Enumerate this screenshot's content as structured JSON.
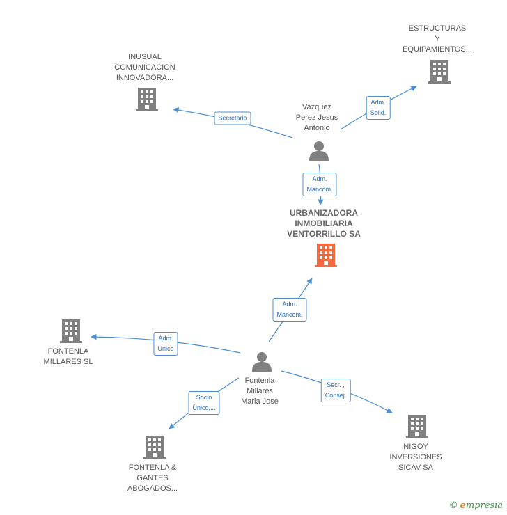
{
  "colors": {
    "edge": "#4a8fd6",
    "node": "#808080",
    "main_node": "#f26a3d"
  },
  "nodes": {
    "estructuras": {
      "lines": [
        "ESTRUCTURAS",
        "Y",
        "EQUIPAMIENTOS..."
      ],
      "icon": "building-icon"
    },
    "inusual": {
      "lines": [
        "INUSUAL",
        "COMUNICACION",
        "INNOVADORA..."
      ],
      "icon": "building-icon"
    },
    "vazquez": {
      "lines": [
        "Vazquez",
        "Perez Jesus",
        "Antonio"
      ],
      "icon": "person-icon"
    },
    "urbanizadora": {
      "lines": [
        "URBANIZADORA",
        "INMOBILIARIA",
        "VENTORRILLO SA"
      ],
      "icon": "building-icon"
    },
    "fontenla_millares_sl": {
      "lines": [
        "FONTENLA",
        "MILLARES SL"
      ],
      "icon": "building-icon"
    },
    "fontenla_maria": {
      "lines": [
        "Fontenla",
        "Millares",
        "Maria Jose"
      ],
      "icon": "person-icon"
    },
    "fontenla_gantes": {
      "lines": [
        "FONTENLA &",
        "GANTES",
        "ABOGADOS..."
      ],
      "icon": "building-icon"
    },
    "nigoy": {
      "lines": [
        "NIGOY",
        "INVERSIONES",
        "SICAV SA"
      ],
      "icon": "building-icon"
    }
  },
  "edges": {
    "vazquez_estructuras": [
      "Adm.",
      "Solid."
    ],
    "vazquez_inusual": [
      "Secretario"
    ],
    "vazquez_urbanizadora": [
      "Adm.",
      "Mancom."
    ],
    "maria_urbanizadora": [
      "Adm.",
      "Mancom."
    ],
    "maria_fontenla_sl": [
      "Adm.",
      "Unico"
    ],
    "maria_gantes": [
      "Socio",
      "Único,..."
    ],
    "maria_nigoy": [
      "Secr. ,",
      "Consej."
    ]
  },
  "brand": {
    "copyright": "©",
    "name_initial": "e",
    "name_rest": "mpresia"
  }
}
